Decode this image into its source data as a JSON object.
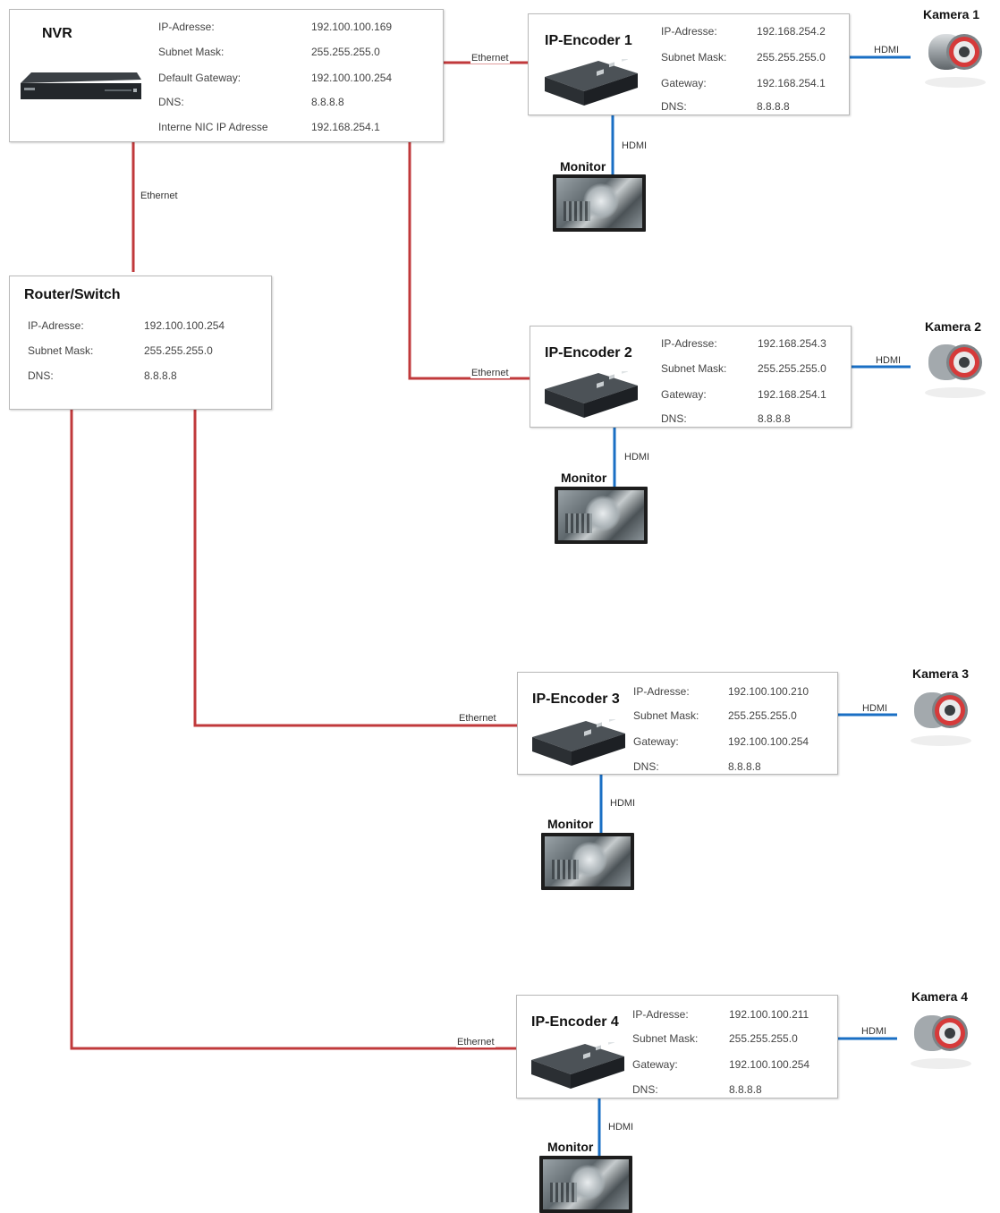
{
  "colors": {
    "ethernet": "#c0393b",
    "hdmi": "#1a6fc4"
  },
  "nvr": {
    "title": "NVR",
    "rows": [
      {
        "key": "IP-Adresse:",
        "value": "192.100.100.169"
      },
      {
        "key": "Subnet Mask:",
        "value": "255.255.255.0"
      },
      {
        "key": "Default Gateway:",
        "value": "192.100.100.254"
      },
      {
        "key": "DNS:",
        "value": "8.8.8.8"
      },
      {
        "key": "Interne NIC IP Adresse",
        "value": "192.168.254.1"
      }
    ]
  },
  "router": {
    "title": "Router/Switch",
    "rows": [
      {
        "key": "IP-Adresse:",
        "value": "192.100.100.254"
      },
      {
        "key": "Subnet Mask:",
        "value": "255.255.255.0"
      },
      {
        "key": "DNS:",
        "value": "8.8.8.8"
      }
    ]
  },
  "encoders": [
    {
      "title": "IP-Encoder 1",
      "rows": [
        {
          "key": "IP-Adresse:",
          "value": "192.168.254.2"
        },
        {
          "key": "Subnet Mask:",
          "value": "255.255.255.0"
        },
        {
          "key": "Gateway:",
          "value": "192.168.254.1"
        },
        {
          "key": "DNS:",
          "value": "8.8.8.8"
        }
      ],
      "camera": "Kamera 1",
      "monitor": "Monitor"
    },
    {
      "title": "IP-Encoder 2",
      "rows": [
        {
          "key": "IP-Adresse:",
          "value": "192.168.254.3"
        },
        {
          "key": "Subnet Mask:",
          "value": "255.255.255.0"
        },
        {
          "key": "Gateway:",
          "value": "192.168.254.1"
        },
        {
          "key": "DNS:",
          "value": "8.8.8.8"
        }
      ],
      "camera": "Kamera 2",
      "monitor": "Monitor"
    },
    {
      "title": "IP-Encoder 3",
      "rows": [
        {
          "key": "IP-Adresse:",
          "value": "192.100.100.210"
        },
        {
          "key": "Subnet Mask:",
          "value": "255.255.255.0"
        },
        {
          "key": "Gateway:",
          "value": "192.100.100.254"
        },
        {
          "key": "DNS:",
          "value": "8.8.8.8"
        }
      ],
      "camera": "Kamera 3",
      "monitor": "Monitor"
    },
    {
      "title": "IP-Encoder 4",
      "rows": [
        {
          "key": "IP-Adresse:",
          "value": "192.100.100.211"
        },
        {
          "key": "Subnet Mask:",
          "value": "255.255.255.0"
        },
        {
          "key": "Gateway:",
          "value": "192.100.100.254"
        },
        {
          "key": "DNS:",
          "value": "8.8.8.8"
        }
      ],
      "camera": "Kamera 4",
      "monitor": "Monitor"
    }
  ],
  "links": {
    "ethernet": "Ethernet",
    "hdmi": "HDMI"
  },
  "icons": {
    "nvr": "nvr-recorder-icon",
    "encoder": "video-encoder-icon",
    "camera": "bullet-camera-icon",
    "monitor": "monitor-screen-icon"
  }
}
